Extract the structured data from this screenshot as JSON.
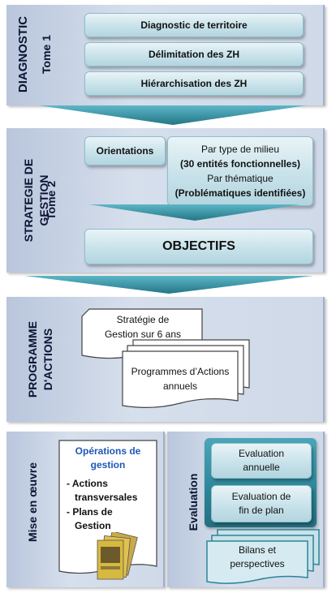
{
  "tome1": {
    "title": "DIAGNOSTIC",
    "subtitle": "Tome 1",
    "items": [
      "Diagnostic de territoire",
      "Délimitation des ZH",
      "Hiérarchisation des ZH"
    ]
  },
  "tome2": {
    "title_line1": "STRATEGIE DE",
    "title_line2": "GESTION",
    "subtitle": "Tome 2",
    "orientations": "Orientations",
    "detail_line1": "Par type de milieu",
    "detail_line2": "(30 entités fonctionnelles)",
    "detail_line3": "Par thématique",
    "detail_line4": "(Problématiques identifiées)",
    "objectifs": "OBJECTIFS"
  },
  "programme": {
    "title_line1": "PROGRAMME",
    "title_line2": "D'ACTIONS",
    "doc1_line1": "Stratégie de",
    "doc1_line2": "Gestion sur 6 ans",
    "doc2_line1": "Programmes d’Actions",
    "doc2_line2": "annuels"
  },
  "mise_en_oeuvre": {
    "title": "Mise en œuvre",
    "heading_line1": "Opérations de",
    "heading_line2": "gestion",
    "bullet1_line1": "- Actions",
    "bullet1_line2": "transversales",
    "bullet2_line1": "- Plans de",
    "bullet2_line2": "Gestion"
  },
  "evaluation": {
    "title": "Evaluation",
    "box1_line1": "Evaluation",
    "box1_line2": "annuelle",
    "box2_line1": "Evaluation de",
    "box2_line2": "fin de plan",
    "box3_line1": "Bilans et",
    "box3_line2": "perspectives"
  },
  "colors": {
    "panel": "#cfd9e8",
    "teal_light": "#c8e2ea",
    "teal_dark": "#2b8598",
    "heading_blue": "#1f57b4"
  }
}
